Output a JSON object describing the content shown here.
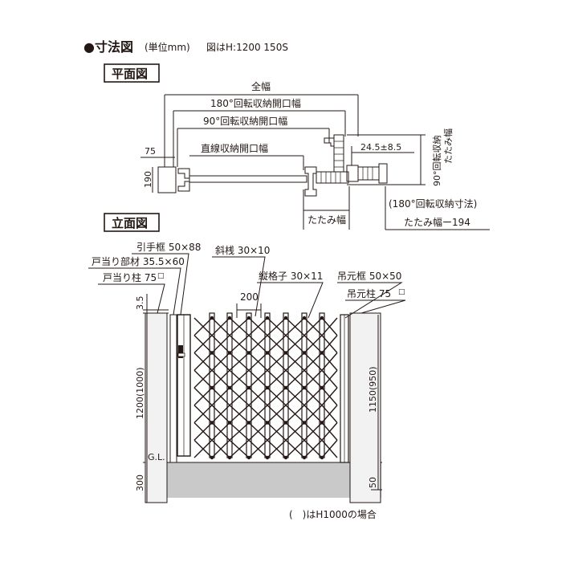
{
  "header": {
    "title": "●寸法図",
    "unit_note": "(単位mm)",
    "figure_note": "図はH:1200 150S"
  },
  "plan": {
    "section_label": "平面図",
    "full_width": "全幅",
    "rot180_opening": "180°回転収納開口幅",
    "rot90_opening": "90°回転収納開口幅",
    "straight_opening": "直線収納開口幅",
    "dim_75": "75",
    "dim_190": "190",
    "dim_24_5": "24.5±8.5",
    "fold_width": "たたみ幅",
    "rot180_note": "(180°回転収納寸法)",
    "fold_minus": "たたみ幅ー194",
    "rot90_fold_line1": "90°回転収納",
    "rot90_fold_line2": "たたみ幅"
  },
  "elevation": {
    "section_label": "立面図",
    "handle_frame": "引手框 50×88",
    "stop_member": "戸当り部材 35.5×60",
    "slant_bar": "斜桟 30×10",
    "stop_post": "戸当り柱 75",
    "vertical_lattice": "縦格子 30×11",
    "hanging_frame": "吊元框 50×50",
    "hanging_post": "吊元柱 75",
    "square_mark": "□",
    "pitch": "200",
    "dim_3_5": "3.5",
    "height_left": "1200(1000)",
    "height_right": "1150(950)",
    "gl": "G.L.",
    "embed_300": "300",
    "embed_50": "50",
    "footnote": "(　)はH1000の場合"
  },
  "colors": {
    "line": "#231815",
    "ground": "#c9c9c9",
    "post": "#f2f2f2"
  }
}
